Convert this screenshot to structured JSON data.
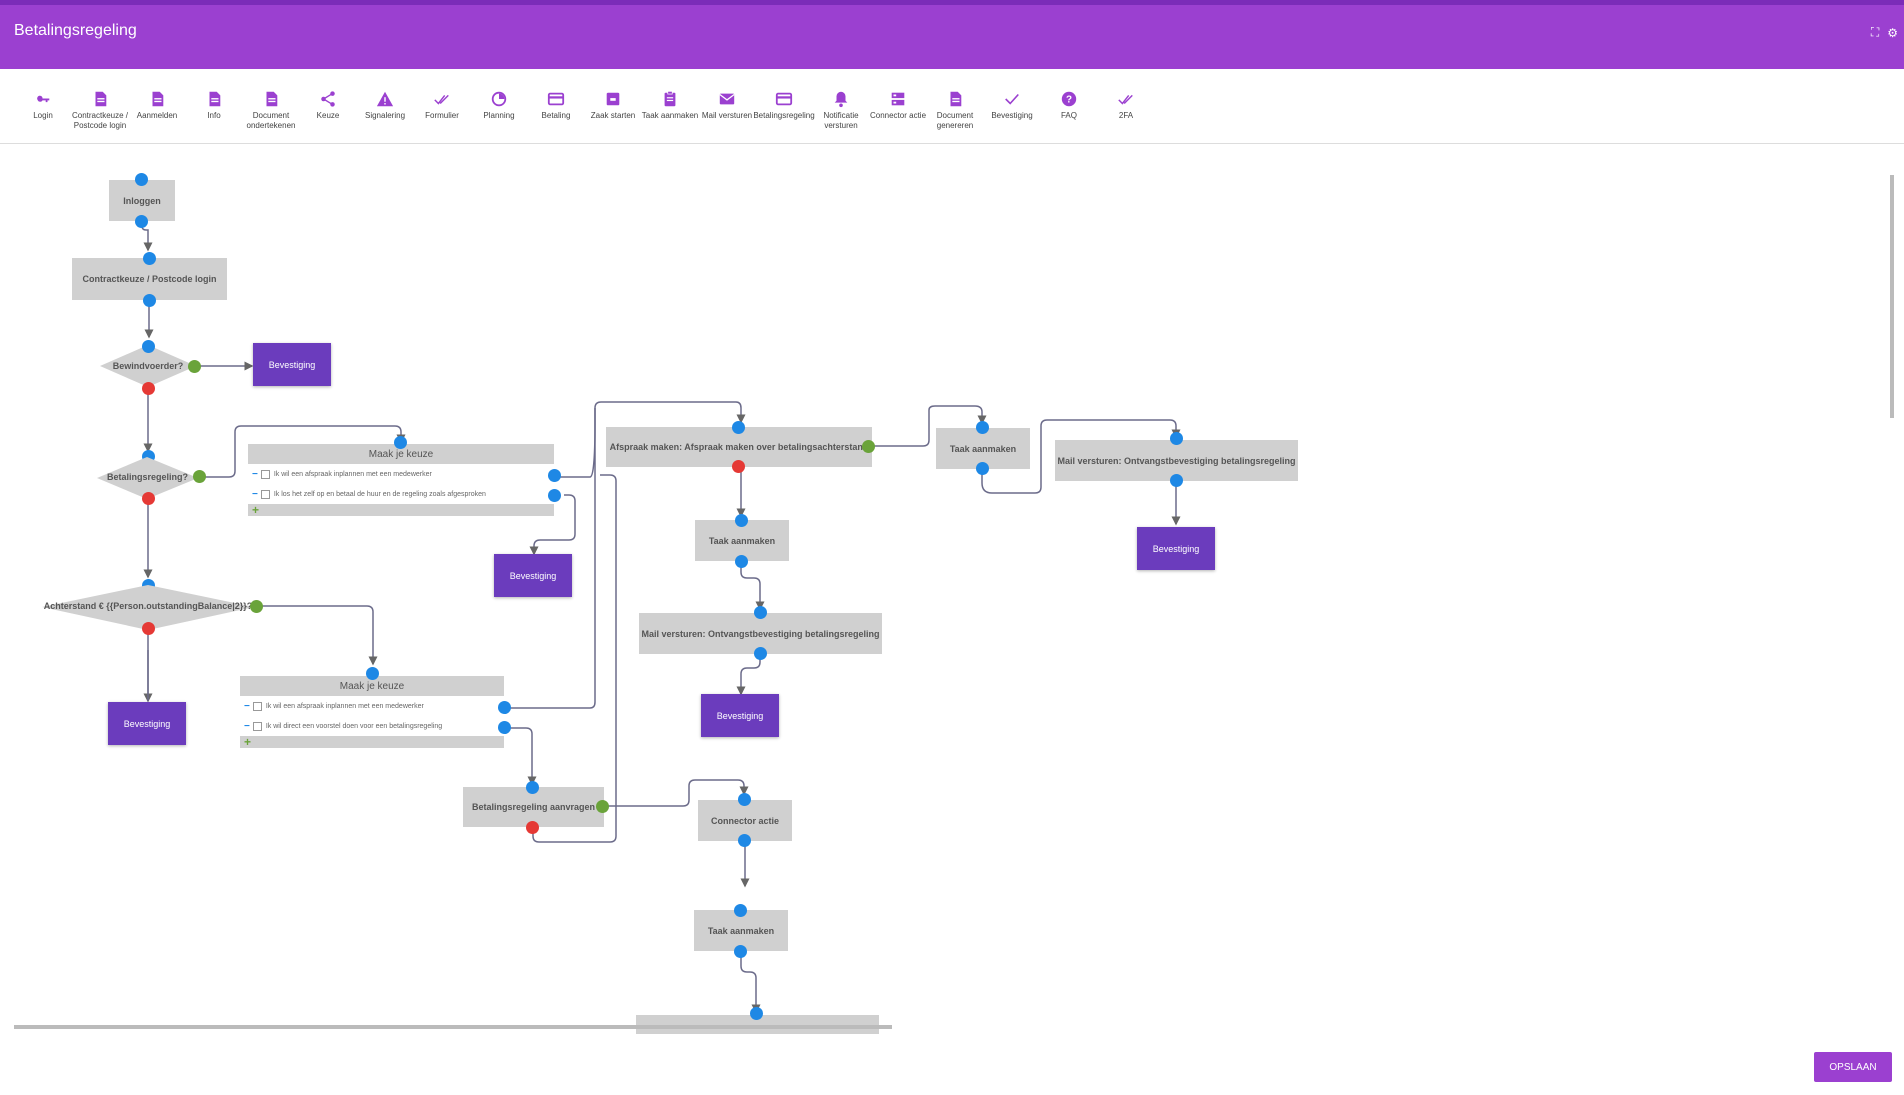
{
  "header": {
    "title": "Betalingsregeling"
  },
  "colors": {
    "primary": "#9b40d0",
    "confirm": "#6b3cbd",
    "node": "#d0d0d0",
    "port_blue": "#1e88e5",
    "port_green": "#6aa33a",
    "port_red": "#e53935"
  },
  "toolbar": {
    "items": [
      {
        "label": "Login",
        "icon": "key-icon"
      },
      {
        "label": "Contractkeuze / Postcode login",
        "icon": "document-icon"
      },
      {
        "label": "Aanmelden",
        "icon": "document-icon"
      },
      {
        "label": "Info",
        "icon": "document-icon"
      },
      {
        "label": "Document ondertekenen",
        "icon": "document-icon"
      },
      {
        "label": "Keuze",
        "icon": "share-icon"
      },
      {
        "label": "Signalering",
        "icon": "warning-icon"
      },
      {
        "label": "Formulier",
        "icon": "double-check-icon"
      },
      {
        "label": "Planning",
        "icon": "timer-icon"
      },
      {
        "label": "Betaling",
        "icon": "card-icon"
      },
      {
        "label": "Zaak starten",
        "icon": "archive-icon"
      },
      {
        "label": "Taak aanmaken",
        "icon": "clipboard-icon"
      },
      {
        "label": "Mail versturen",
        "icon": "mail-icon"
      },
      {
        "label": "Betalingsregeling",
        "icon": "card-icon"
      },
      {
        "label": "Notificatie versturen",
        "icon": "bell-icon"
      },
      {
        "label": "Connector actie",
        "icon": "storage-icon"
      },
      {
        "label": "Document genereren",
        "icon": "document-icon"
      },
      {
        "label": "Bevestiging",
        "icon": "check-icon"
      },
      {
        "label": "FAQ",
        "icon": "help-icon"
      },
      {
        "label": "2FA",
        "icon": "double-check-icon"
      }
    ]
  },
  "flow": {
    "inloggen": "Inloggen",
    "contractkeuze": "Contractkeuze / Postcode login",
    "bewindvoerder": "Bewindvoerder?",
    "betalingsregeling_q": "Betalingsregeling?",
    "achterstand": "Achterstand € {{Person.outstandingBalance|2}}?",
    "bevestiging": "Bevestiging",
    "keuze1": {
      "title": "Maak je keuze",
      "options": [
        "Ik wil een afspraak inplannen met een medewerker",
        "Ik los het zelf op en betaal de huur en de regeling zoals afgesproken"
      ]
    },
    "keuze2": {
      "title": "Maak je keuze",
      "options": [
        "Ik wil een afspraak inplannen met een medewerker",
        "Ik wil direct een voorstel doen voor een betalingsregeling"
      ]
    },
    "afspraak": "Afspraak maken: Afspraak maken over betalingsachterstand",
    "taak": "Taak aanmaken",
    "mail": "Mail versturen: Ontvangstbevestiging betalingsregeling",
    "aanvragen": "Betalingsregeling aanvragen",
    "connector": "Connector actie"
  },
  "footer": {
    "save": "OPSLAAN"
  }
}
